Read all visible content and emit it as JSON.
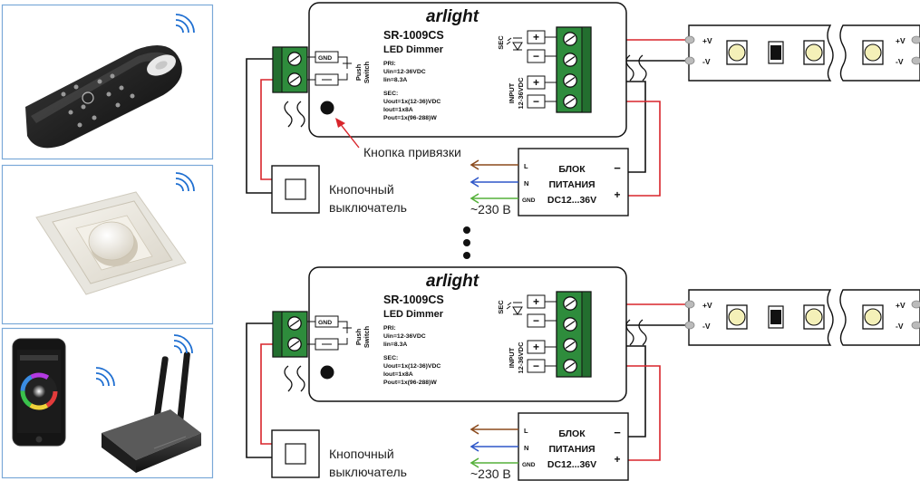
{
  "images": [
    {
      "name": "remote-control"
    },
    {
      "name": "wall-dimmer-panel"
    },
    {
      "name": "smartphone-wifi-converter"
    }
  ],
  "colors": {
    "wire_red": "#d8252b",
    "wire_black": "#111111",
    "terminal_green": "#2e8c3c",
    "l_brown": "#8b4a1c",
    "n_blue": "#2f57c8",
    "gnd_green": "#55b03a",
    "panel_border": "#7aa9d8"
  },
  "block": {
    "brand": "arlight",
    "model": "SR-1009CS",
    "type": "LED Dimmer",
    "pri_label": "PRI:",
    "uin": "Uin=12-36VDC",
    "iin": "Iin=8.3A",
    "sec_label": "SEC:",
    "uout": "Uout=1x(12-36)VDC",
    "iout": "Iout=1x8A",
    "pout": "Pout=1x(96-288)W",
    "gnd": "GND",
    "push": "Push",
    "switch": "Switch",
    "sec_terminal": "SEC",
    "input_line1": "INPUT",
    "input_line2": "12-36VDC",
    "plus": "+",
    "minus": "−"
  },
  "bind_button_label": "Кнопка привязки",
  "switch_label": [
    "Кнопочный",
    "выключатель"
  ],
  "psu": {
    "line1": "БЛОК",
    "line2": "ПИТАНИЯ",
    "line3": "DC12...36V",
    "l": "L",
    "n": "N",
    "gnd": "GND",
    "minus": "−",
    "plus": "+"
  },
  "mains": "~230 В",
  "strip": {
    "plus": "+V",
    "minus": "-V"
  }
}
